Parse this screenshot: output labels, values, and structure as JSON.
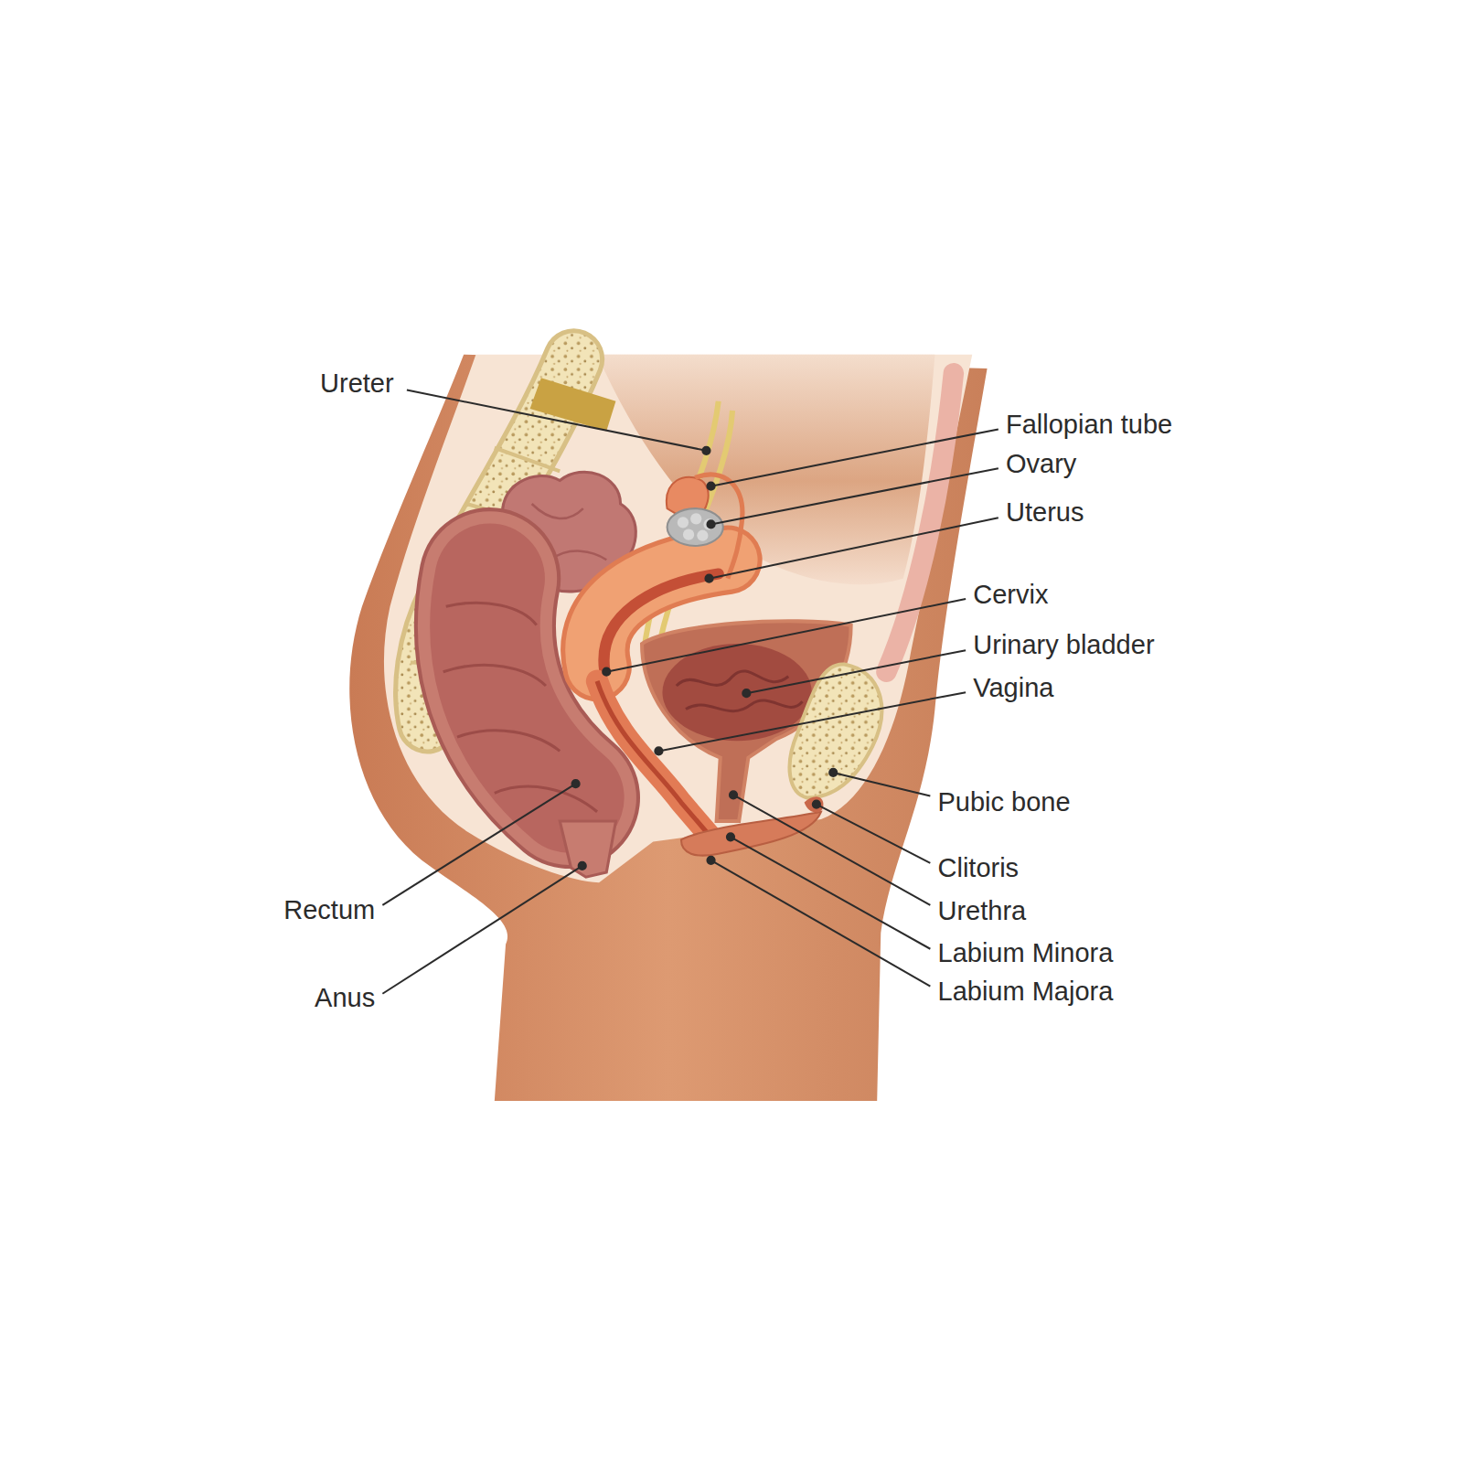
{
  "diagram": {
    "labels": [
      "Ureter",
      "Fallopian tube",
      "Ovary",
      "Uterus",
      "Cervix",
      "Urinary bladder",
      "Vagina",
      "Pubic bone",
      "Clitoris",
      "Urethra",
      "Labium Minora",
      "Labium Majora",
      "Rectum",
      "Anus"
    ]
  }
}
